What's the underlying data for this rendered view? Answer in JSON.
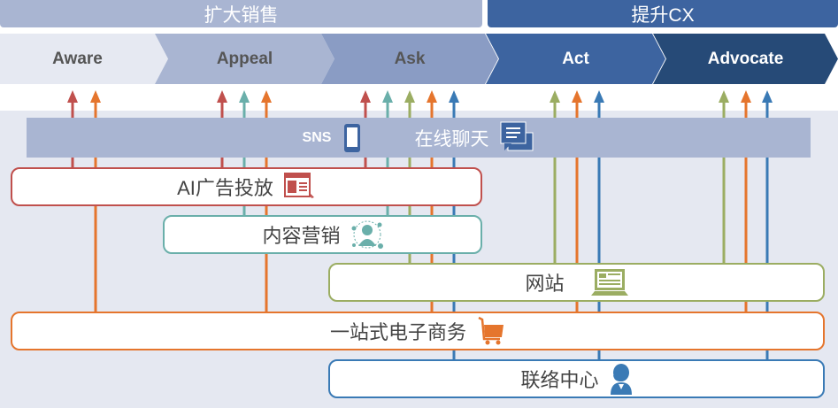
{
  "groups": [
    {
      "label": "扩大销售"
    },
    {
      "label": "提升CX"
    }
  ],
  "stages": [
    {
      "label": "Aware"
    },
    {
      "label": "Appeal"
    },
    {
      "label": "Ask"
    },
    {
      "label": "Act"
    },
    {
      "label": "Advocate"
    }
  ],
  "sns_bar": {
    "sns": "SNS",
    "chat": "在线聊天"
  },
  "channels": [
    {
      "label": "AI广告投放",
      "color": "#c0504d"
    },
    {
      "label": "内容营销",
      "color": "#6aafaa"
    },
    {
      "label": "网站",
      "color": "#9bad62"
    },
    {
      "label": "一站式电子商务",
      "color": "#e5752d"
    },
    {
      "label": "联络中心",
      "color": "#3a7ab5"
    }
  ]
}
